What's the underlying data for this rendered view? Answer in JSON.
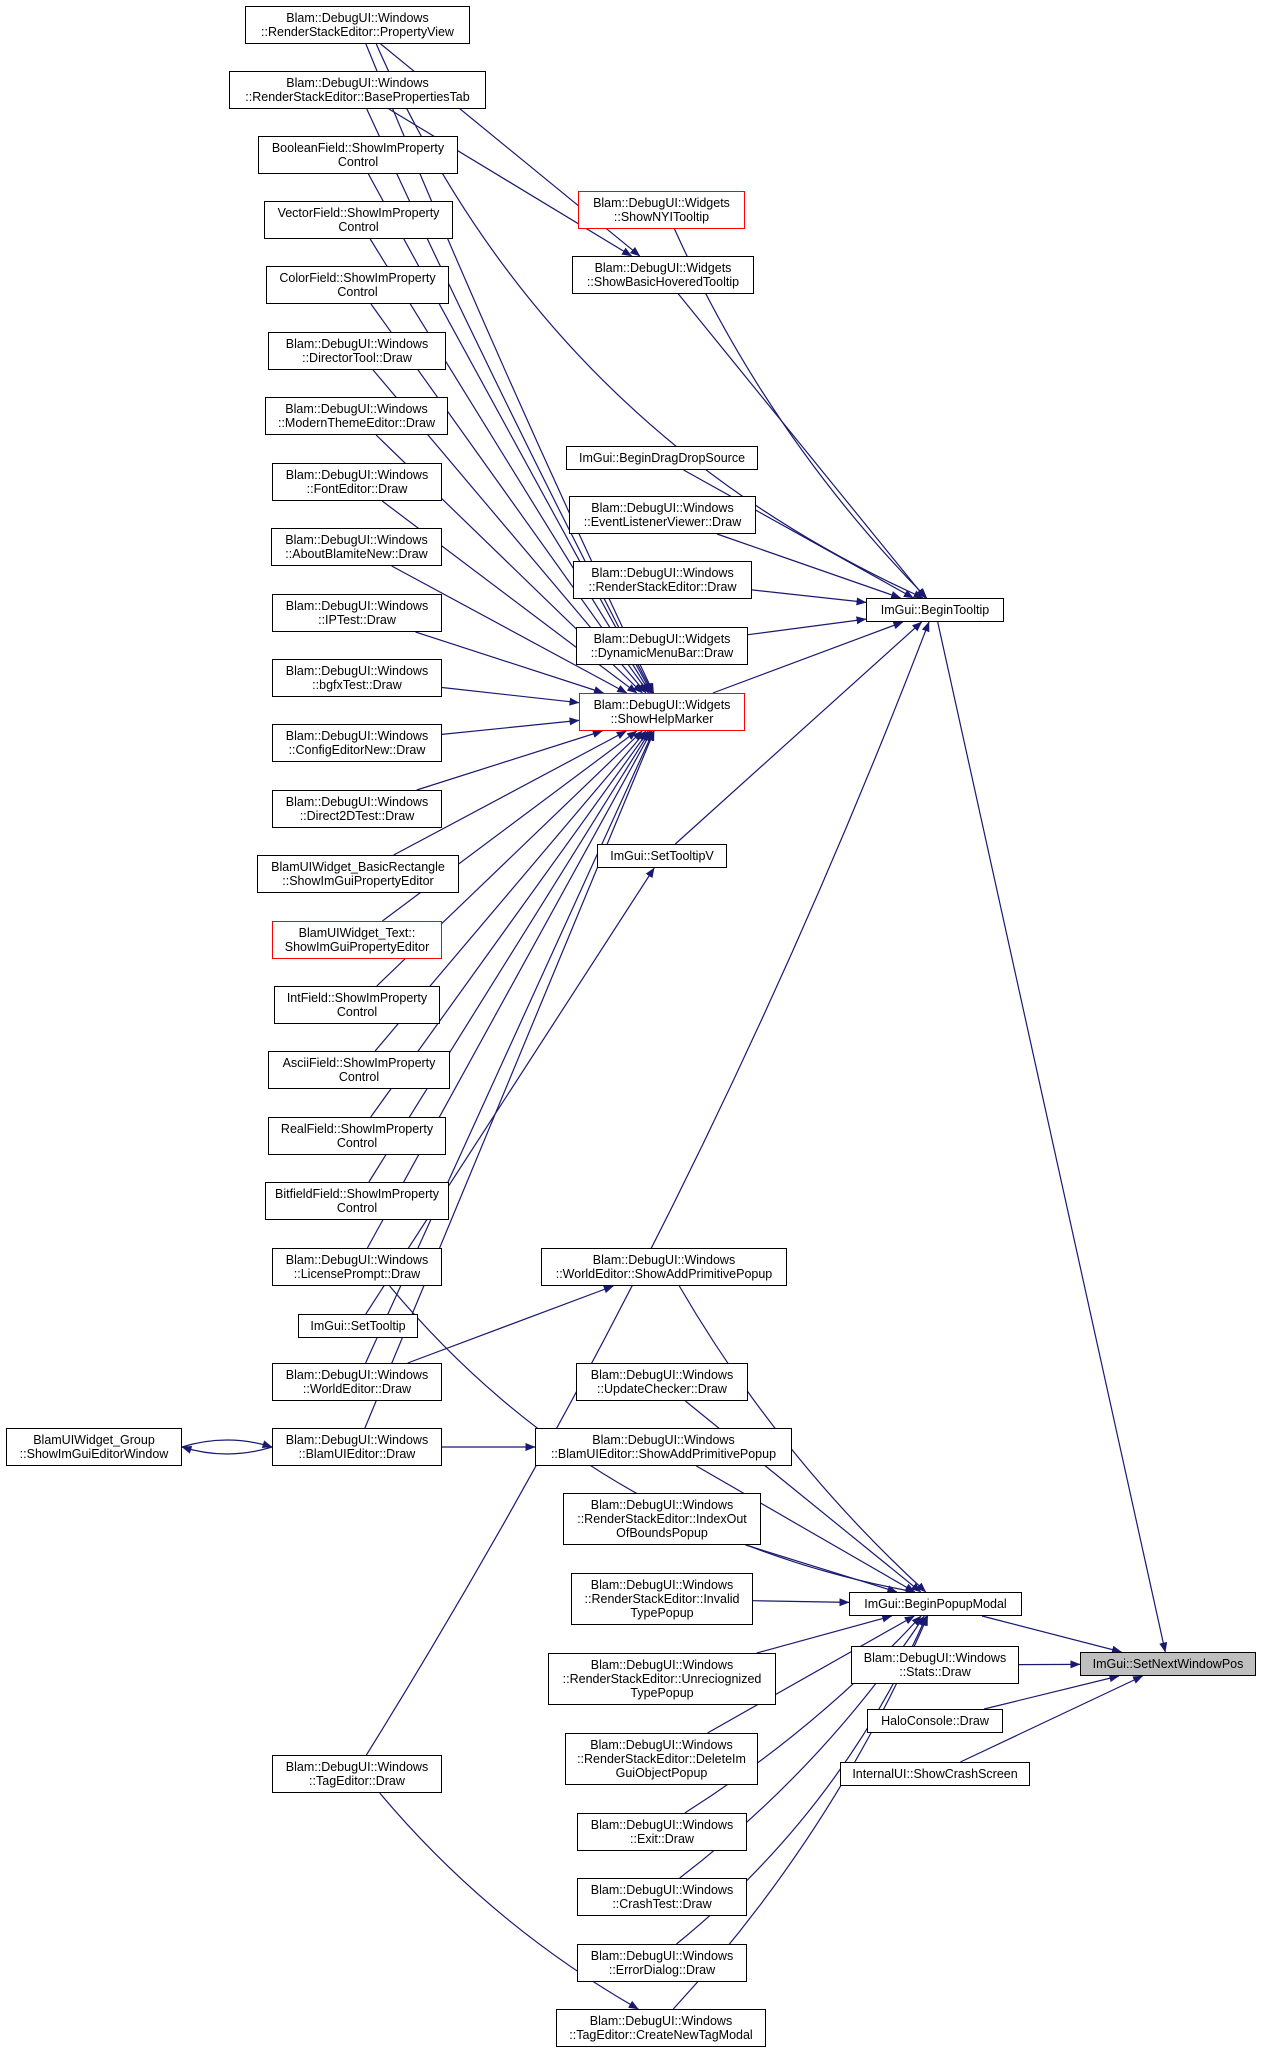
{
  "diagram": {
    "title": "",
    "edge_color": "#191970",
    "nodes": [
      {
        "id": "n1",
        "label": "Blam::DebugUI::Windows\n::RenderStackEditor::PropertyView",
        "border": "black"
      },
      {
        "id": "n2",
        "label": "Blam::DebugUI::Windows\n::RenderStackEditor::BasePropertiesTab",
        "border": "black"
      },
      {
        "id": "n3",
        "label": "BooleanField::ShowImProperty\nControl",
        "border": "black"
      },
      {
        "id": "n4",
        "label": "VectorField::ShowImProperty\nControl",
        "border": "black"
      },
      {
        "id": "n5",
        "label": "ColorField::ShowImProperty\nControl",
        "border": "black"
      },
      {
        "id": "n6",
        "label": "Blam::DebugUI::Windows\n::DirectorTool::Draw",
        "border": "black"
      },
      {
        "id": "n7",
        "label": "Blam::DebugUI::Windows\n::ModernThemeEditor::Draw",
        "border": "black"
      },
      {
        "id": "n8",
        "label": "Blam::DebugUI::Windows\n::FontEditor::Draw",
        "border": "black"
      },
      {
        "id": "n9",
        "label": "Blam::DebugUI::Windows\n::AboutBlamiteNew::Draw",
        "border": "black"
      },
      {
        "id": "n10",
        "label": "Blam::DebugUI::Windows\n::IPTest::Draw",
        "border": "black"
      },
      {
        "id": "n11",
        "label": "Blam::DebugUI::Windows\n::bgfxTest::Draw",
        "border": "black"
      },
      {
        "id": "n12",
        "label": "Blam::DebugUI::Windows\n::ConfigEditorNew::Draw",
        "border": "black"
      },
      {
        "id": "n13",
        "label": "Blam::DebugUI::Windows\n::Direct2DTest::Draw",
        "border": "black"
      },
      {
        "id": "n14",
        "label": "BlamUIWidget_BasicRectangle\n::ShowImGuiPropertyEditor",
        "border": "black"
      },
      {
        "id": "n15",
        "label": "BlamUIWidget_Text::\nShowImGuiPropertyEditor",
        "border": "red"
      },
      {
        "id": "n16",
        "label": "IntField::ShowImProperty\nControl",
        "border": "black"
      },
      {
        "id": "n17",
        "label": "AsciiField::ShowImProperty\nControl",
        "border": "black"
      },
      {
        "id": "n18",
        "label": "RealField::ShowImProperty\nControl",
        "border": "black"
      },
      {
        "id": "n19",
        "label": "BitfieldField::ShowImProperty\nControl",
        "border": "black"
      },
      {
        "id": "n20",
        "label": "Blam::DebugUI::Windows\n::LicensePrompt::Draw",
        "border": "black"
      },
      {
        "id": "n21",
        "label": "ImGui::SetTooltip",
        "border": "black"
      },
      {
        "id": "n22",
        "label": "Blam::DebugUI::Windows\n::WorldEditor::Draw",
        "border": "black"
      },
      {
        "id": "n23",
        "label": "Blam::DebugUI::Windows\n::BlamUIEditor::Draw",
        "border": "black"
      },
      {
        "id": "n24",
        "label": "BlamUIWidget_Group\n::ShowImGuiEditorWindow",
        "border": "black"
      },
      {
        "id": "n25",
        "label": "Blam::DebugUI::Windows\n::TagEditor::Draw",
        "border": "black"
      },
      {
        "id": "n26",
        "label": "Blam::DebugUI::Widgets\n::ShowNYITooltip",
        "border": "red"
      },
      {
        "id": "n27",
        "label": "Blam::DebugUI::Widgets\n::ShowBasicHoveredTooltip",
        "border": "black"
      },
      {
        "id": "n28",
        "label": "ImGui::BeginDragDropSource",
        "border": "black"
      },
      {
        "id": "n29",
        "label": "Blam::DebugUI::Windows\n::EventListenerViewer::Draw",
        "border": "black"
      },
      {
        "id": "n30",
        "label": "Blam::DebugUI::Windows\n::RenderStackEditor::Draw",
        "border": "black"
      },
      {
        "id": "n31",
        "label": "Blam::DebugUI::Widgets\n::DynamicMenuBar::Draw",
        "border": "black"
      },
      {
        "id": "n32",
        "label": "Blam::DebugUI::Widgets\n::ShowHelpMarker",
        "border": "red"
      },
      {
        "id": "n33",
        "label": "ImGui::SetTooltipV",
        "border": "black"
      },
      {
        "id": "n34",
        "label": "Blam::DebugUI::Windows\n::WorldEditor::ShowAddPrimitivePopup",
        "border": "black"
      },
      {
        "id": "n35",
        "label": "Blam::DebugUI::Windows\n::UpdateChecker::Draw",
        "border": "black"
      },
      {
        "id": "n36",
        "label": "Blam::DebugUI::Windows\n::BlamUIEditor::ShowAddPrimitivePopup",
        "border": "black"
      },
      {
        "id": "n37",
        "label": "Blam::DebugUI::Windows\n::RenderStackEditor::IndexOut\nOfBoundsPopup",
        "border": "black"
      },
      {
        "id": "n38",
        "label": "Blam::DebugUI::Windows\n::RenderStackEditor::Invalid\nTypePopup",
        "border": "black"
      },
      {
        "id": "n39",
        "label": "Blam::DebugUI::Windows\n::RenderStackEditor::Unreciognized\nTypePopup",
        "border": "black"
      },
      {
        "id": "n40",
        "label": "Blam::DebugUI::Windows\n::RenderStackEditor::DeleteIm\nGuiObjectPopup",
        "border": "black"
      },
      {
        "id": "n41",
        "label": "Blam::DebugUI::Windows\n::Exit::Draw",
        "border": "black"
      },
      {
        "id": "n42",
        "label": "Blam::DebugUI::Windows\n::CrashTest::Draw",
        "border": "black"
      },
      {
        "id": "n43",
        "label": "Blam::DebugUI::Windows\n::ErrorDialog::Draw",
        "border": "black"
      },
      {
        "id": "n44",
        "label": "Blam::DebugUI::Windows\n::TagEditor::CreateNewTagModal",
        "border": "black"
      },
      {
        "id": "n45",
        "label": "ImGui::BeginTooltip",
        "border": "black"
      },
      {
        "id": "n46",
        "label": "ImGui::BeginPopupModal",
        "border": "black"
      },
      {
        "id": "n47",
        "label": "Blam::DebugUI::Windows\n::Stats::Draw",
        "border": "black"
      },
      {
        "id": "n48",
        "label": "HaloConsole::Draw",
        "border": "black"
      },
      {
        "id": "n49",
        "label": "InternalUI::ShowCrashScreen",
        "border": "black"
      },
      {
        "id": "n50",
        "label": "ImGui::SetNextWindowPos",
        "border": "black",
        "highlight": true
      }
    ],
    "edges": [
      [
        "n1",
        "n27"
      ],
      [
        "n2",
        "n27"
      ],
      [
        "n1",
        "n32"
      ],
      [
        "n2",
        "n32"
      ],
      [
        "n3",
        "n32"
      ],
      [
        "n4",
        "n32"
      ],
      [
        "n5",
        "n32"
      ],
      [
        "n6",
        "n32"
      ],
      [
        "n7",
        "n32"
      ],
      [
        "n8",
        "n32"
      ],
      [
        "n9",
        "n32"
      ],
      [
        "n10",
        "n32"
      ],
      [
        "n11",
        "n32"
      ],
      [
        "n12",
        "n32"
      ],
      [
        "n13",
        "n32"
      ],
      [
        "n14",
        "n32"
      ],
      [
        "n15",
        "n32"
      ],
      [
        "n16",
        "n32"
      ],
      [
        "n17",
        "n32"
      ],
      [
        "n18",
        "n32"
      ],
      [
        "n19",
        "n32"
      ],
      [
        "n20",
        "n32"
      ],
      [
        "n22",
        "n32"
      ],
      [
        "n23",
        "n32"
      ],
      [
        "n21",
        "n33"
      ],
      [
        "n1",
        "n45"
      ],
      [
        "n26",
        "n45"
      ],
      [
        "n27",
        "n45"
      ],
      [
        "n28",
        "n45"
      ],
      [
        "n29",
        "n45"
      ],
      [
        "n30",
        "n45"
      ],
      [
        "n31",
        "n45"
      ],
      [
        "n32",
        "n45"
      ],
      [
        "n33",
        "n45"
      ],
      [
        "n25",
        "n45"
      ],
      [
        "n20",
        "n46"
      ],
      [
        "n22",
        "n34"
      ],
      [
        "n34",
        "n46"
      ],
      [
        "n35",
        "n46"
      ],
      [
        "n23",
        "n36"
      ],
      [
        "n36",
        "n46"
      ],
      [
        "n37",
        "n46"
      ],
      [
        "n38",
        "n46"
      ],
      [
        "n39",
        "n46"
      ],
      [
        "n40",
        "n46"
      ],
      [
        "n41",
        "n46"
      ],
      [
        "n42",
        "n46"
      ],
      [
        "n43",
        "n46"
      ],
      [
        "n44",
        "n46"
      ],
      [
        "n25",
        "n44"
      ],
      [
        "n23",
        "n24"
      ],
      [
        "n24",
        "n23"
      ],
      [
        "n45",
        "n50"
      ],
      [
        "n46",
        "n50"
      ],
      [
        "n47",
        "n50"
      ],
      [
        "n48",
        "n50"
      ],
      [
        "n49",
        "n50"
      ]
    ]
  }
}
